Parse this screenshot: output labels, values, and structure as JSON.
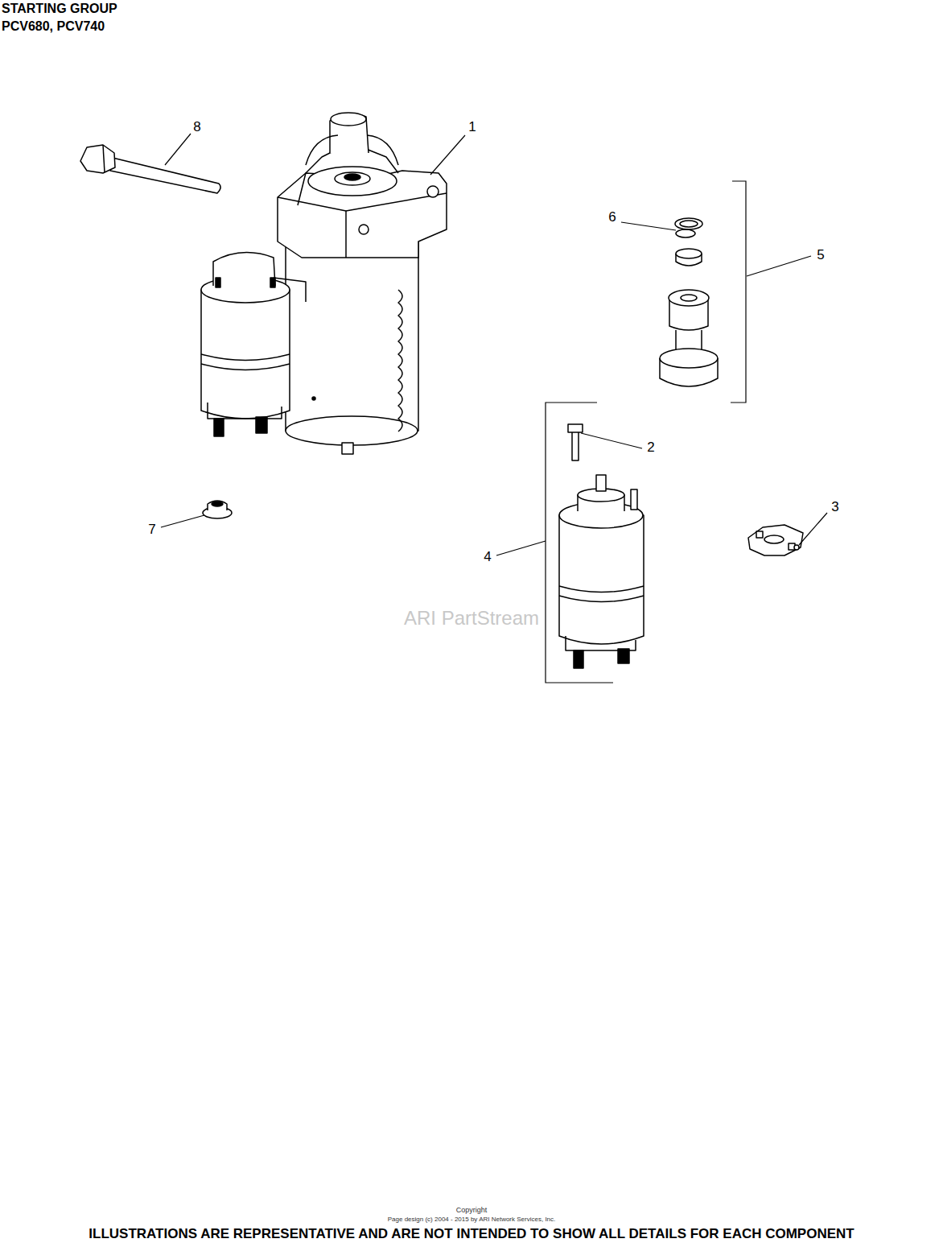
{
  "diagram": {
    "title": "STARTING GROUP",
    "caption": "ILLUSTRATIONS ARE REPRESENTATIVE AND ARE NOT INTENDED TO SHOW ALL DETAILS FOR EACH COMPONENT",
    "labels": [
      "PCV680, PCV740",
      "8",
      "1",
      "6",
      "5",
      "2",
      "7",
      "3",
      "4",
      "ARI PartStream",
      "Copyright",
      "Page design (c) 2004 - 2015 by ARI Network Services, Inc."
    ]
  }
}
